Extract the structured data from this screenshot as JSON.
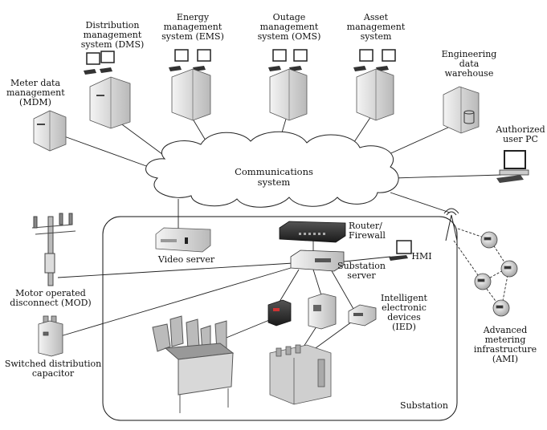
{
  "cloud": {
    "line1": "Communications",
    "line2": "system"
  },
  "nodes": {
    "dms": {
      "line1": "Distribution",
      "line2": "management",
      "line3": "system (DMS)"
    },
    "ems": {
      "line1": "Energy",
      "line2": "management",
      "line3": "system (EMS)"
    },
    "oms": {
      "line1": "Outage",
      "line2": "management",
      "line3": "system (OMS)"
    },
    "asset": {
      "line1": "Asset",
      "line2": "management",
      "line3": "system"
    },
    "warehouse": {
      "line1": "Engineering",
      "line2": "data",
      "line3": "warehouse"
    },
    "mdm": {
      "line1": "Meter data",
      "line2": "management",
      "line3": "(MDM)"
    },
    "userpc": {
      "line1": "Authorized",
      "line2": "user PC"
    },
    "video": {
      "line1": "Video server"
    },
    "router": {
      "line1": "Router/",
      "line2": "Firewall"
    },
    "subserver": {
      "line1": "Substation",
      "line2": "server"
    },
    "hmi": {
      "line1": "HMI"
    },
    "ied": {
      "line1": "Intelligent",
      "line2": "electronic",
      "line3": "devices",
      "line4": "(IED)"
    },
    "mod": {
      "line1": "Motor operated",
      "line2": "disconnect (MOD)"
    },
    "capacitor": {
      "line1": "Switched distribution",
      "line2": "capacitor"
    },
    "ami": {
      "line1": "Advanced",
      "line2": "metering",
      "line3": "infrastructure",
      "line4": "(AMI)"
    },
    "substation": {
      "line1": "Substation"
    }
  }
}
